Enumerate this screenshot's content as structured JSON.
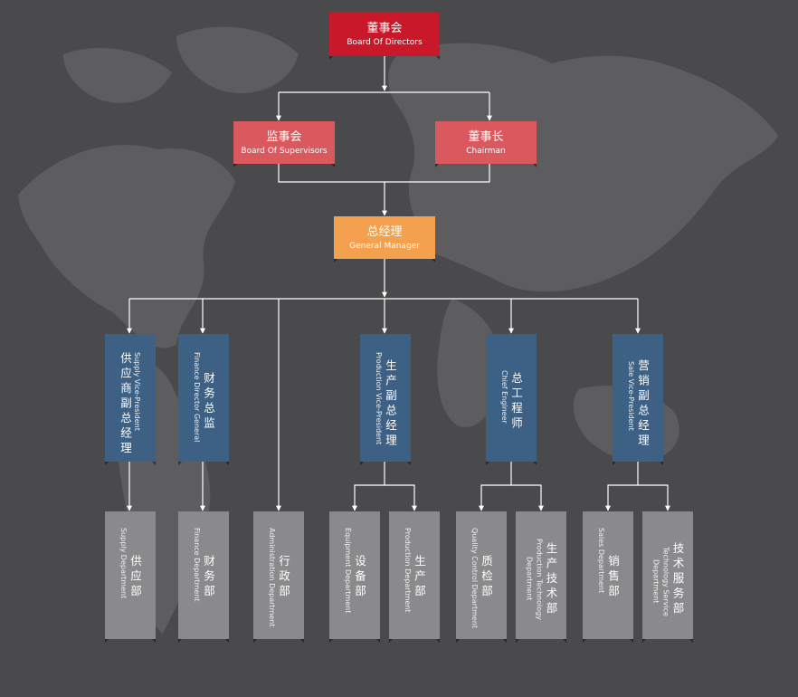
{
  "colors": {
    "background": "#4a4a4c",
    "board_red": "#c8182a",
    "second_tier": "#d9595e",
    "manager_orange": "#f3a04f",
    "vp_blue": "#3d6184",
    "department_grey": "#8a8a8c",
    "connector": "#ffffff"
  },
  "board": {
    "zh": "董事会",
    "en": "Board Of Directors"
  },
  "supervisors": {
    "zh": "监事会",
    "en": "Board Of Supervisors"
  },
  "chairman": {
    "zh": "董事长",
    "en": "Chairman"
  },
  "manager": {
    "zh": "总经理",
    "en": "General Manager"
  },
  "executives": [
    {
      "zh": "供应商副总经理",
      "en": "Supply Vice-President"
    },
    {
      "zh": "财务总监",
      "en": "Finance Director General"
    },
    {
      "zh": "生产副总经理",
      "en": "Production Vice-President"
    },
    {
      "zh": "总工程师",
      "en": "Chief Engineer"
    },
    {
      "zh": "营销副总经理",
      "en": "Sale Vice-President"
    }
  ],
  "departments": [
    {
      "zh": "供应部",
      "en": "Supply Department"
    },
    {
      "zh": "财务部",
      "en": "Finance Department"
    },
    {
      "zh": "行政部",
      "en": "Administration Department"
    },
    {
      "zh": "设备部",
      "en": "Equipment Department"
    },
    {
      "zh": "生产部",
      "en": "Production Department"
    },
    {
      "zh": "质检部",
      "en": "Quality Control Department"
    },
    {
      "zh": "生产技术部",
      "en": "Production Technology Department"
    },
    {
      "zh": "销售部",
      "en": "Sales Department"
    },
    {
      "zh": "技术服务部",
      "en": "Technology Service Department"
    }
  ]
}
